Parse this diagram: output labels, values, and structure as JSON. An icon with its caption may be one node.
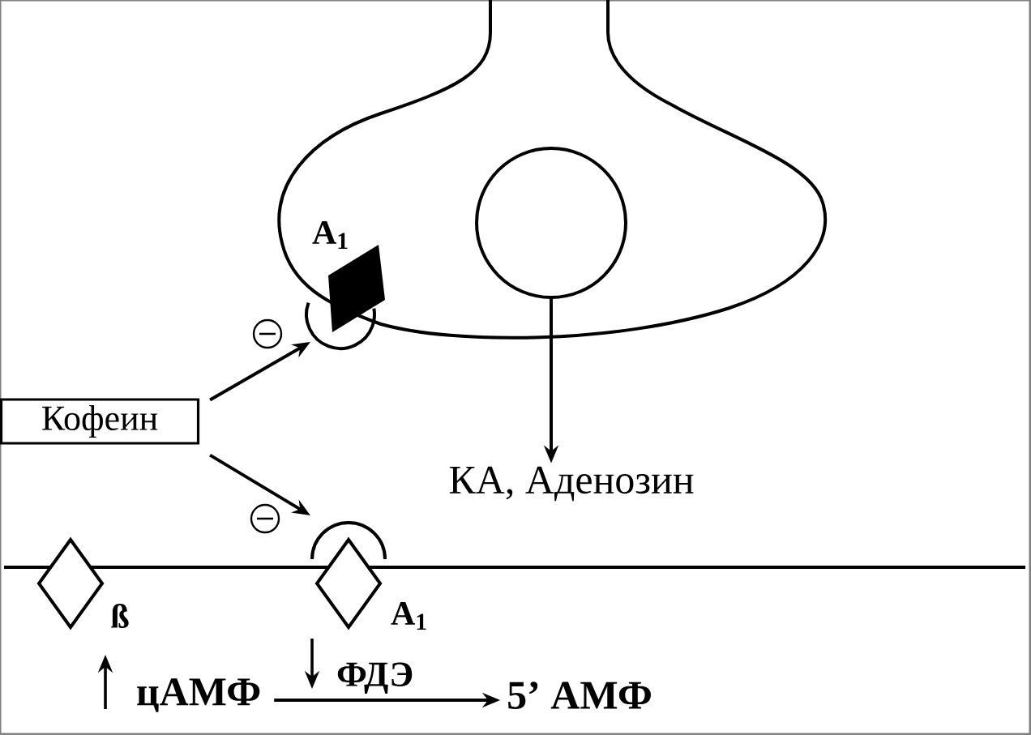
{
  "diagram": {
    "nodes": [
      {
        "text": [
          "Кофеин"
        ]
      },
      {
        "text": [
          "A$_{1}$"
        ]
      },
      {
        "text": [
          "A$_{1}$"
        ]
      },
      {
        "text": [
          "ß"
        ]
      },
      {
        "text": [],
        "shape": "circle"
      },
      {
        "text": [
          "КА, Аденозин"
        ]
      },
      {
        "text": [
          "цАМФ"
        ]
      },
      {
        "text": [
          "5’ АМФ"
        ]
      }
    ],
    "edges": [
      {
        "from": 0,
        "to": 1,
        "arrow": "to"
      },
      {
        "from": 0,
        "to": 2,
        "arrow": "to"
      },
      {
        "from": 4,
        "to": 5,
        "arrow": "to"
      },
      {
        "from": 6,
        "to": 7,
        "arrow": "to",
        "label": "ФДЭ"
      }
    ]
  }
}
